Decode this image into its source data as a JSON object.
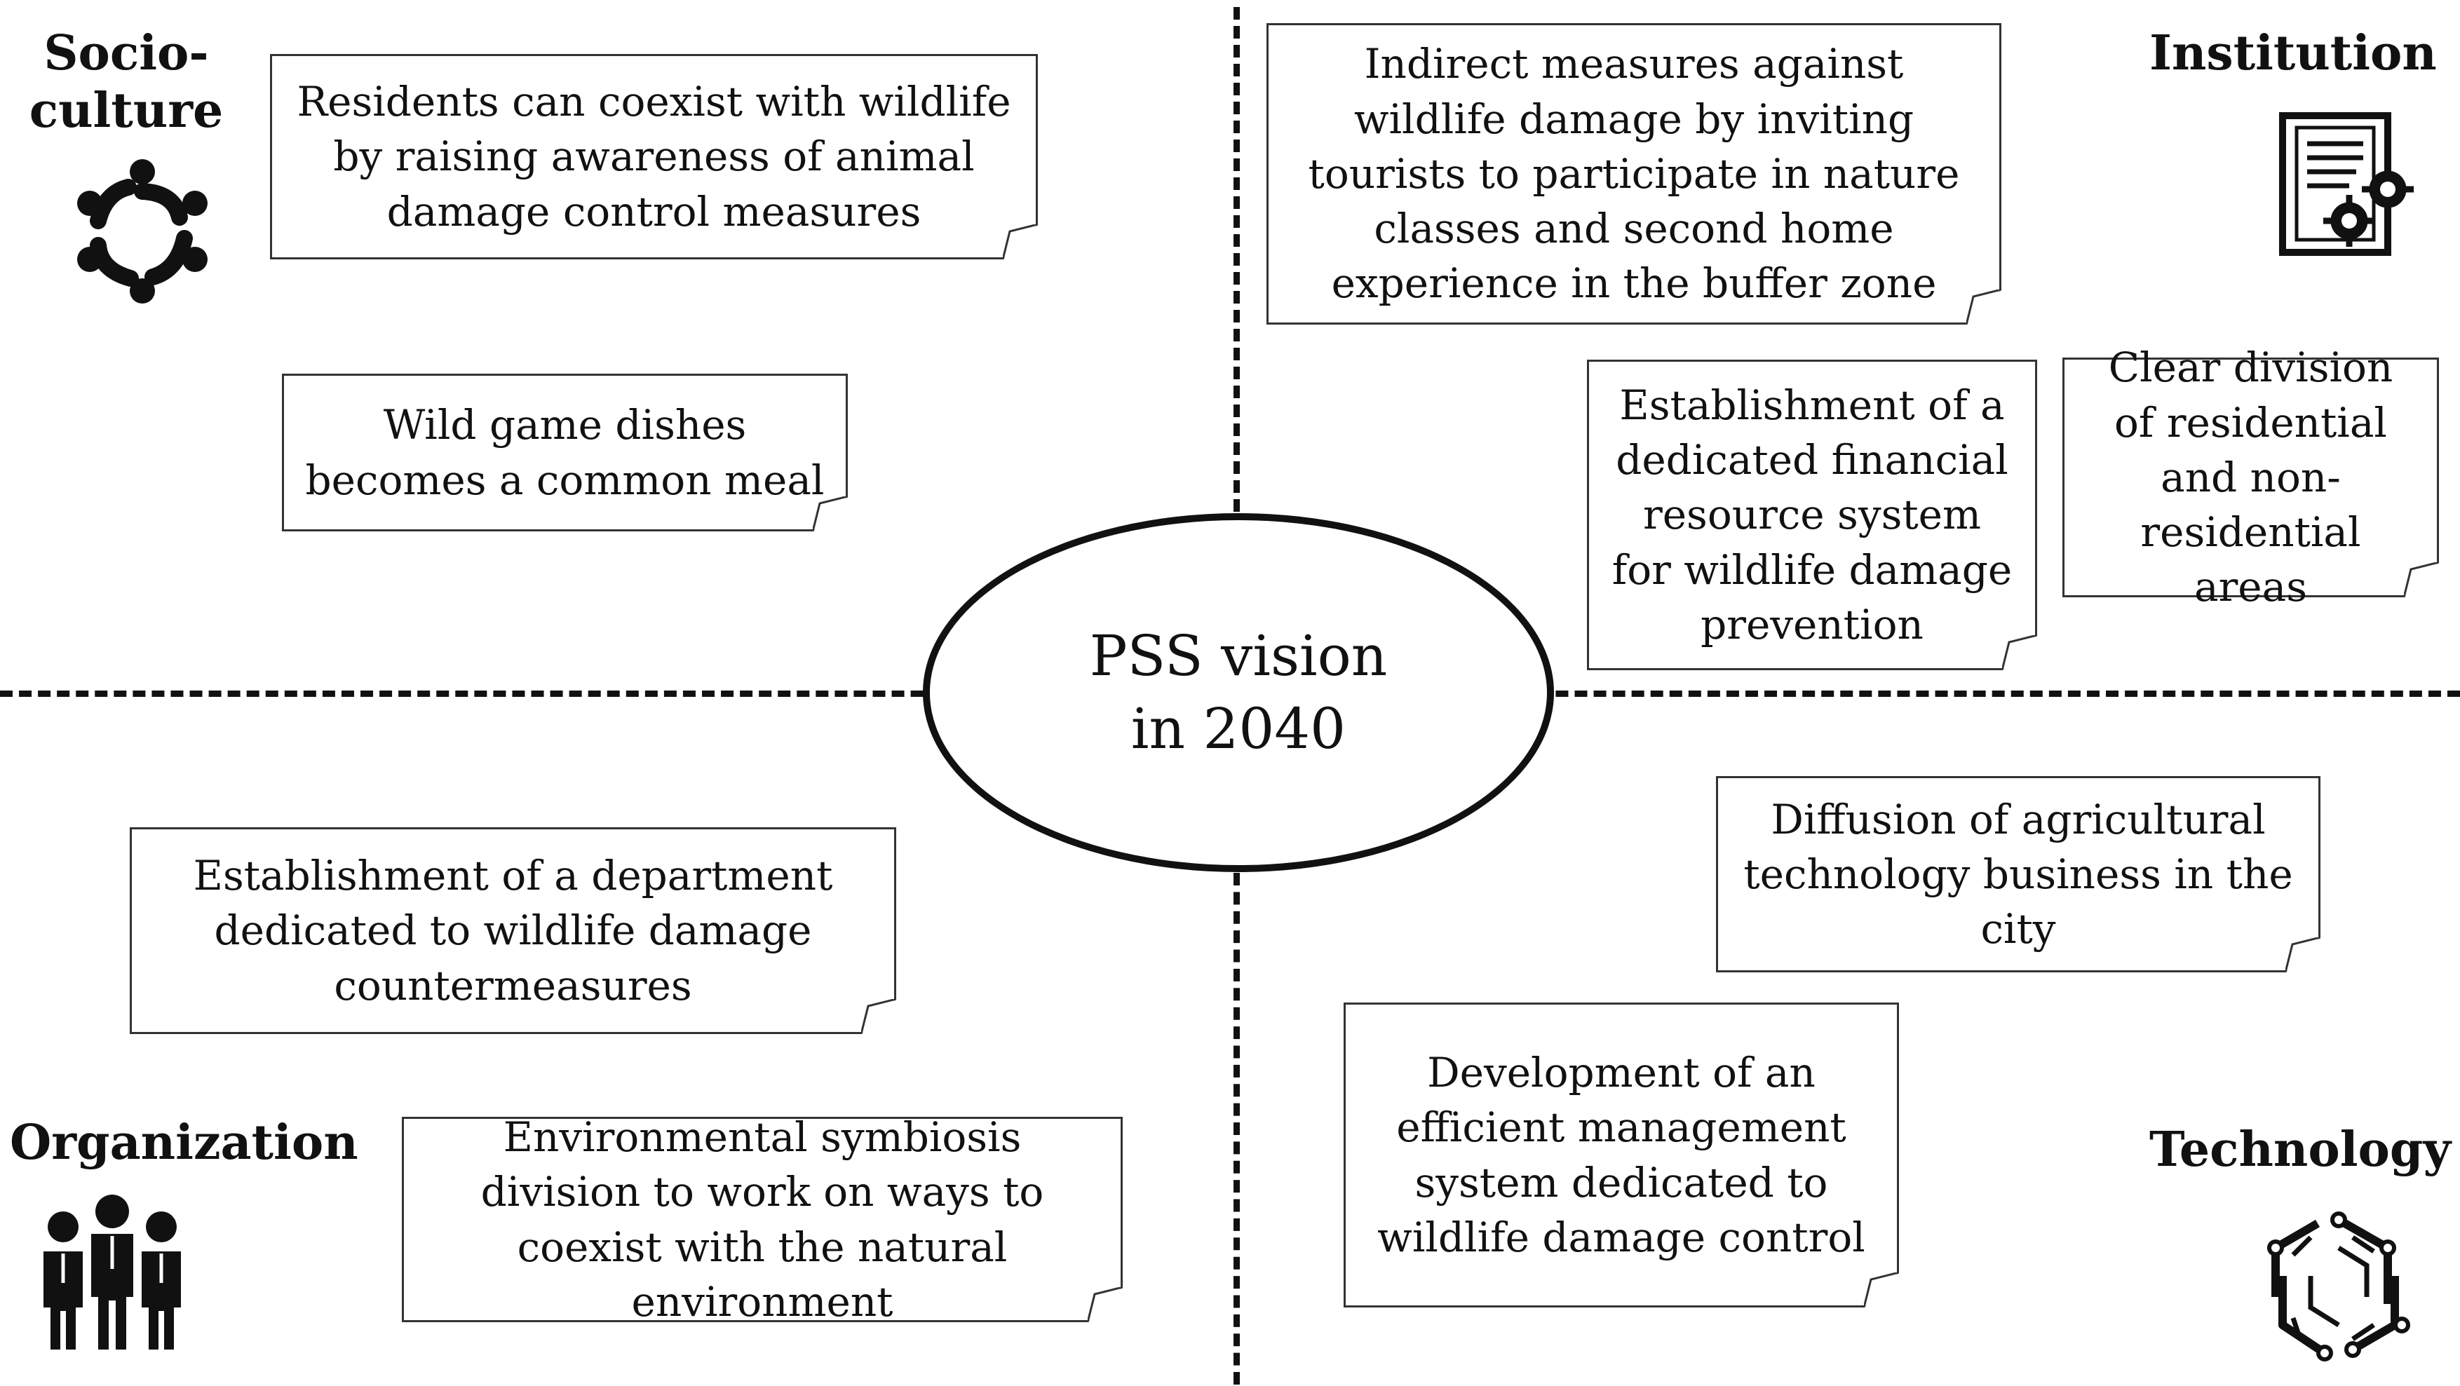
{
  "center": {
    "line1": "PSS vision",
    "line2": "in 2040"
  },
  "quadrants": {
    "socioculture": {
      "label_line1": "Socio-",
      "label_line2": "culture",
      "icon": "people-circle-icon"
    },
    "institution": {
      "label": "Institution",
      "icon": "document-gears-icon"
    },
    "organization": {
      "label": "Organization",
      "icon": "business-people-icon"
    },
    "technology": {
      "label": "Technology",
      "icon": "circuit-hexagon-icon"
    }
  },
  "notes": {
    "residents_coexist": "Residents can coexist with wildlife by raising awareness of animal damage control measures",
    "wild_game": "Wild game dishes becomes a common meal",
    "indirect_measures": "Indirect measures against wildlife damage by inviting tourists to participate in nature classes and second home experience in the buffer zone",
    "financial_resource": "Establishment of a dedicated financial resource system for wildlife damage prevention",
    "clear_division": "Clear division of residential and non-residential areas",
    "department": "Establishment of a department dedicated to wildlife damage countermeasures",
    "symbiosis_division": "Environmental symbiosis division to work on ways to coexist with the natural environment",
    "agri_tech": "Diffusion of agricultural technology business in the city",
    "management_system": "Development of an efficient management system dedicated to wildlife damage control"
  }
}
